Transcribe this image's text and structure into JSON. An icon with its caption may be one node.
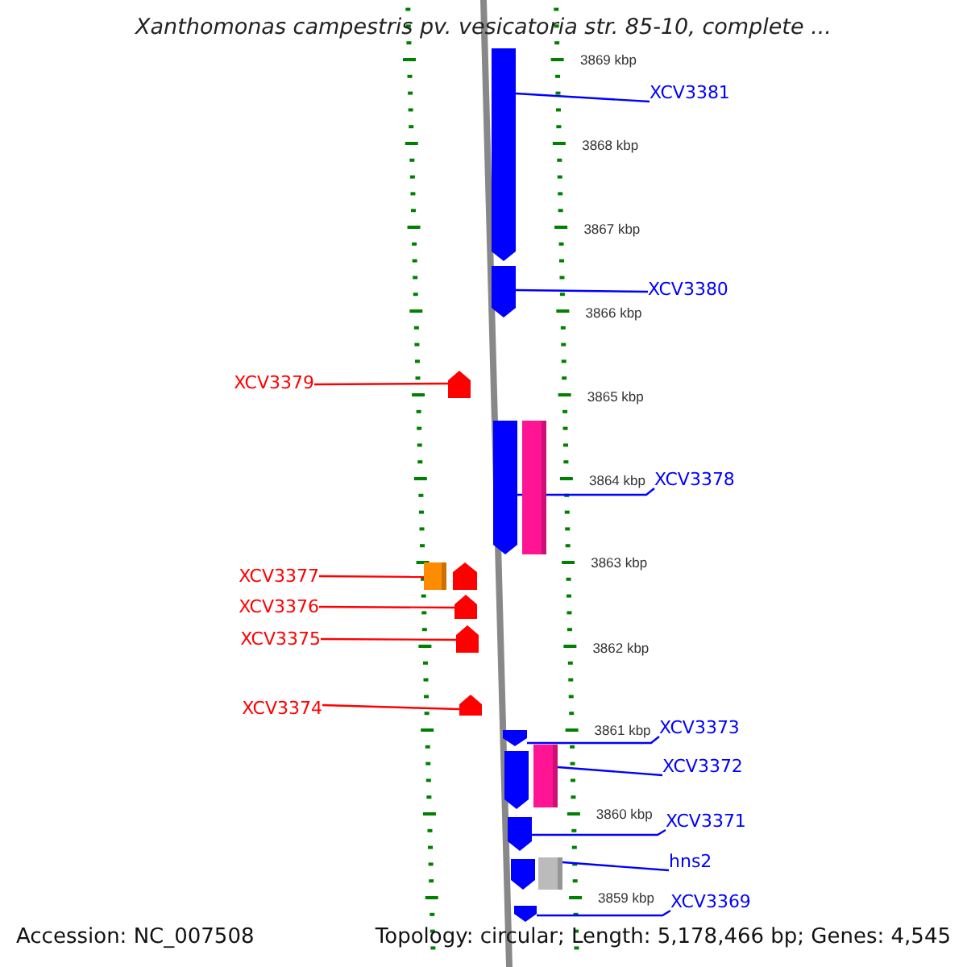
{
  "diagram": {
    "title": "Xanthomonas campestris pv. vesicatoria str. 85-10, complete ...",
    "nodes": [
      {
        "text": [
          "XCV3381"
        ]
      },
      {
        "text": [
          "XCV3380"
        ]
      },
      {
        "text": [
          "XCV3379"
        ]
      },
      {
        "text": [
          "XCV3378"
        ]
      },
      {
        "text": [
          "XCV3377"
        ]
      },
      {
        "text": [
          "XCV3376"
        ]
      },
      {
        "text": [
          "XCV3375"
        ]
      },
      {
        "text": [
          "XCV3374"
        ]
      },
      {
        "text": [
          "XCV3373"
        ]
      },
      {
        "text": [
          "XCV3372"
        ]
      },
      {
        "text": [
          "XCV3371"
        ]
      },
      {
        "text": [
          "hns2"
        ]
      },
      {
        "text": [
          "XCV3369"
        ]
      },
      {
        "text": [],
        "shape": "pentagon"
      },
      {
        "text": [],
        "shape": "pentagon"
      },
      {
        "text": [],
        "shape": "pentagon"
      },
      {
        "text": [],
        "shape": "pentagon"
      },
      {
        "text": [],
        "shape": "box"
      },
      {
        "text": [],
        "shape": "box"
      },
      {
        "text": [],
        "shape": "pentagon"
      },
      {
        "text": [],
        "shape": "pentagon"
      },
      {
        "text": [],
        "shape": "pentagon"
      },
      {
        "text": [],
        "shape": "pentagon"
      },
      {
        "text": [],
        "shape": "pentagon"
      },
      {
        "text": [],
        "shape": "pentagon"
      },
      {
        "text": [],
        "shape": "box"
      },
      {
        "text": [],
        "shape": "pentagon"
      },
      {
        "text": [],
        "shape": "pentagon"
      },
      {
        "text": [],
        "shape": "box"
      },
      {
        "text": [],
        "shape": "pentagon"
      }
    ],
    "edges": [
      {
        "from": 0,
        "to": 13,
        "arrow": "none"
      },
      {
        "from": 1,
        "to": 14,
        "arrow": "none"
      },
      {
        "from": 2,
        "to": 15,
        "arrow": "none",
        "color": "#ff0000"
      },
      {
        "from": 3,
        "to": 16,
        "arrow": "none"
      },
      {
        "from": 4,
        "to": 18,
        "arrow": "none",
        "color": "#ff0000"
      },
      {
        "from": 5,
        "to": 20,
        "arrow": "none",
        "color": "#ff0000"
      },
      {
        "from": 6,
        "to": 21,
        "arrow": "none",
        "color": "#ff0000"
      },
      {
        "from": 7,
        "to": 22,
        "arrow": "none",
        "color": "#ff0000"
      },
      {
        "from": 8,
        "to": 23,
        "arrow": "none"
      },
      {
        "from": 9,
        "to": 25,
        "arrow": "none"
      },
      {
        "from": 10,
        "to": 26,
        "arrow": "none"
      },
      {
        "from": 11,
        "to": 28,
        "arrow": "none"
      },
      {
        "from": 12,
        "to": 29,
        "arrow": "none"
      }
    ],
    "labels": [
      "3869 kbp",
      "3868 kbp",
      "3867 kbp",
      "3866 kbp",
      "3865 kbp",
      "3864 kbp",
      "3863 kbp",
      "3862 kbp",
      "3861 kbp",
      "3860 kbp",
      "3859 kbp",
      "Accession: NC_007508",
      "Topology: circular; Length: 5,178,466 bp; Genes: 4,545"
    ]
  }
}
